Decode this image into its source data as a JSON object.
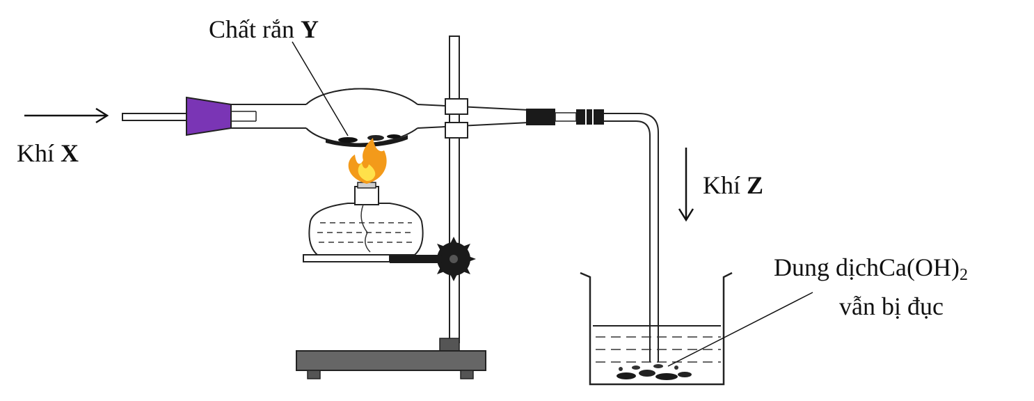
{
  "labels": {
    "solid_prefix": "Chất rắn",
    "solid_var": "Y",
    "gas_x_prefix": "Khí",
    "gas_x_var": "X",
    "gas_z_prefix": "Khí",
    "gas_z_var": "Z",
    "solution_line1": "Dung dịchCa(OH)",
    "solution_subscript": "2",
    "solution_line2": "vẫn bị đục"
  },
  "colors": {
    "stopper": "#7a35b5",
    "flame_outer": "#f39a1a",
    "flame_inner": "#ffe14a",
    "stand": "#666666",
    "ink": "#111111"
  }
}
